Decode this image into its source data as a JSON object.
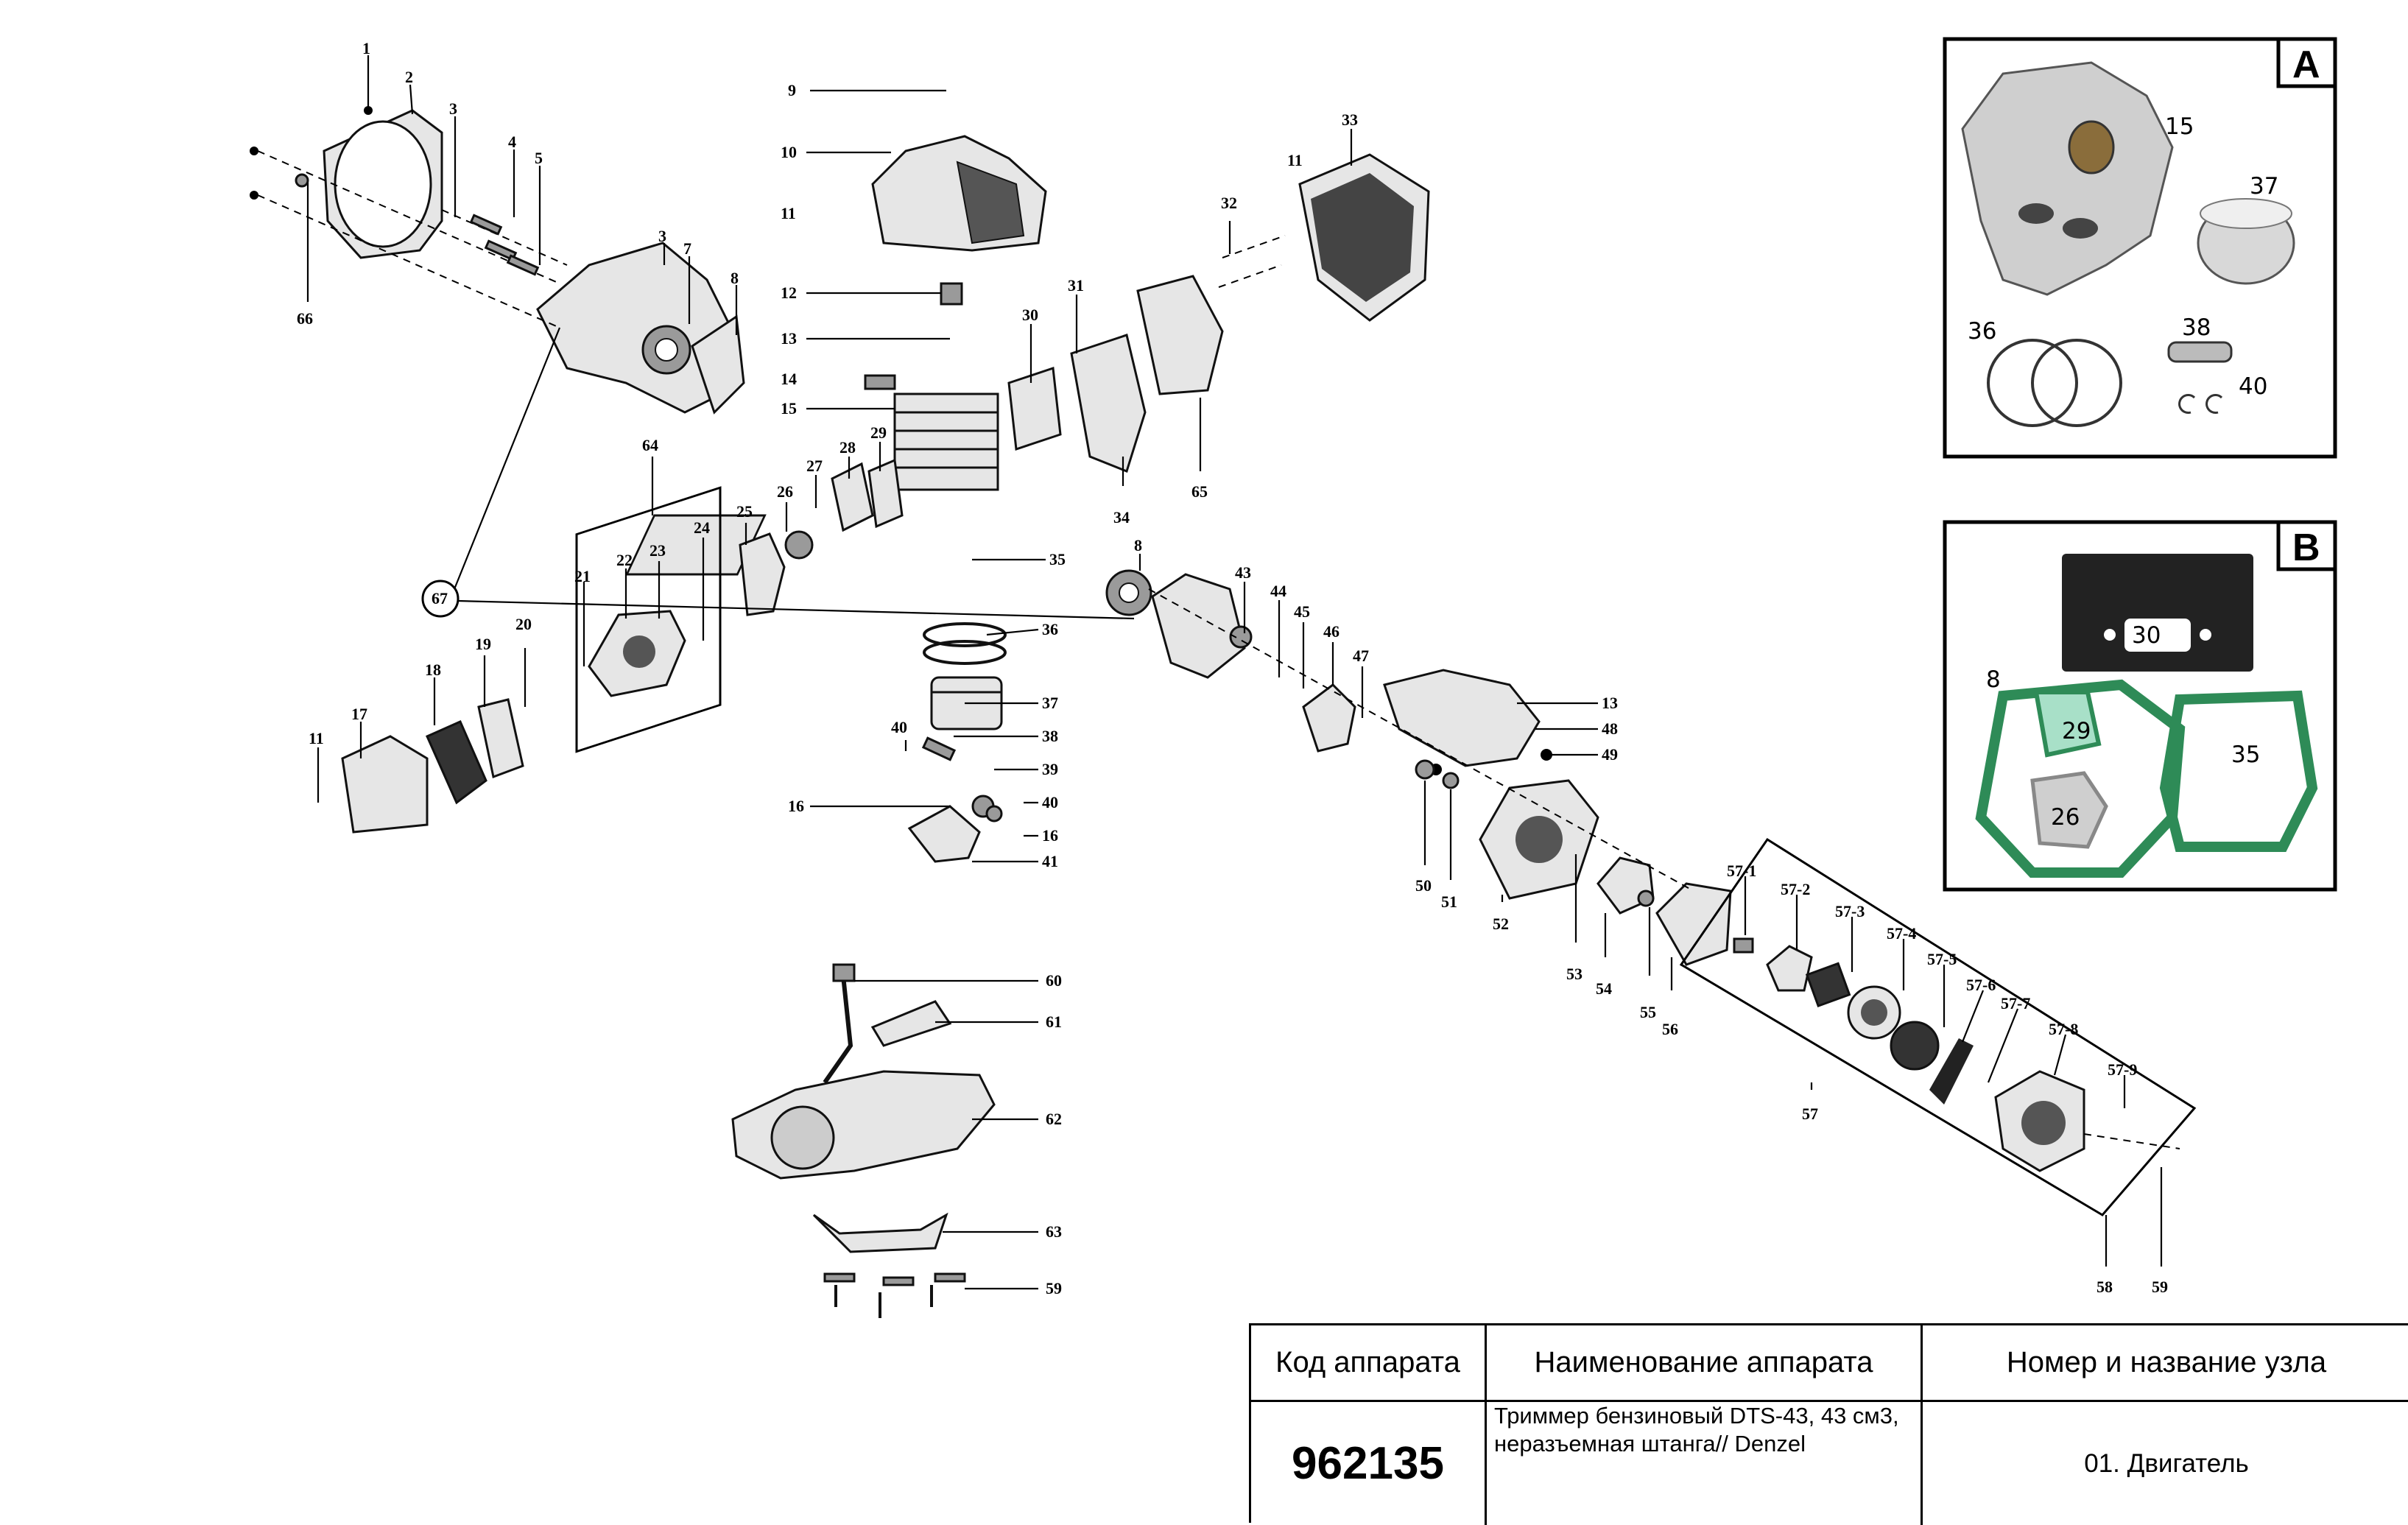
{
  "diagram": {
    "labels": {
      "l1": "1",
      "l2": "2",
      "l3a": "3",
      "l4": "4",
      "l5": "5",
      "l3b": "3",
      "l7": "7",
      "l8": "8",
      "l66": "66",
      "l9": "9",
      "l10": "10",
      "l11a": "11",
      "l12": "12",
      "l13a": "13",
      "l14": "14",
      "l15": "15",
      "l30": "30",
      "l31": "31",
      "l32": "32",
      "l11b": "11",
      "l33": "33",
      "l65": "65",
      "l34": "34",
      "l35": "35",
      "l25": "25",
      "l26": "26",
      "l27": "27",
      "l28": "28",
      "l29": "29",
      "l64": "64",
      "l21": "21",
      "l22": "22",
      "l23": "23",
      "l24": "24",
      "l67": "67",
      "l20": "20",
      "l19": "19",
      "l18": "18",
      "l17": "17",
      "l11c": "11",
      "l36": "36",
      "l37": "37",
      "l38": "38",
      "l40a": "40",
      "l39": "39",
      "l40b": "40",
      "l16a": "16",
      "l16b": "16",
      "l41": "41",
      "l8b": "8",
      "l43": "43",
      "l44": "44",
      "l45": "45",
      "l46": "46",
      "l47": "47",
      "l13b": "13",
      "l48": "48",
      "l49": "49",
      "l50": "50",
      "l51": "51",
      "l52": "52",
      "l53": "53",
      "l54": "54",
      "l55": "55",
      "l56": "56",
      "l57_1": "57-1",
      "l57_2": "57-2",
      "l57_3": "57-3",
      "l57_4": "57-4",
      "l57_5": "57-5",
      "l57_6": "57-6",
      "l57_7": "57-7",
      "l57_8": "57-8",
      "l57_9": "57-9",
      "l57": "57",
      "l58": "58",
      "l59a": "59",
      "l60": "60",
      "l61": "61",
      "l62": "62",
      "l63": "63",
      "l59b": "59"
    }
  },
  "inset_a": {
    "letter": "A",
    "labels": {
      "p15": "15",
      "p37": "37",
      "p36": "36",
      "p38": "38",
      "p40": "40"
    }
  },
  "inset_b": {
    "letter": "B",
    "labels": {
      "p30": "30",
      "p8": "8",
      "p29": "29",
      "p35": "35",
      "p26": "26"
    }
  },
  "title_block": {
    "col1_header": "Код аппарата",
    "col2_header": "Наименование аппарата",
    "col3_header": "Номер и название узла",
    "code": "962135",
    "description_line1": "Триммер бензиновый DTS-43, 43 см3,",
    "description_line2": "неразъемная штанга// Denzel",
    "node": "01. Двигатель"
  }
}
